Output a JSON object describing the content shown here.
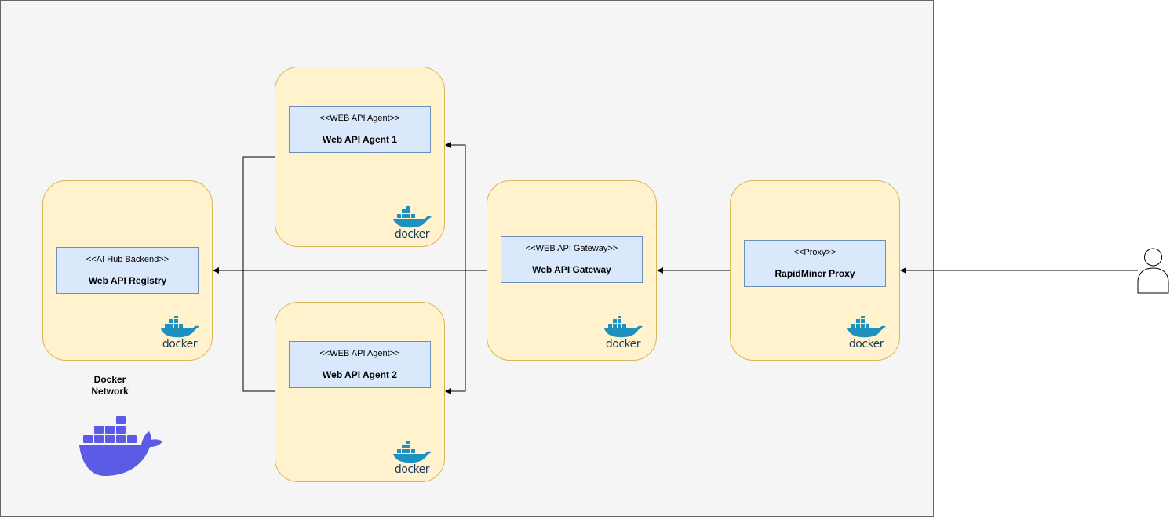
{
  "network": {
    "label_line1": "Docker",
    "label_line2": "Network"
  },
  "containers": {
    "registry": {
      "stereotype": "<<AI Hub Backend>>",
      "name": "Web API Registry"
    },
    "agent1": {
      "stereotype": "<<WEB API Agent>>",
      "name": "Web API Agent 1"
    },
    "agent2": {
      "stereotype": "<<WEB API Agent>>",
      "name": "Web API Agent 2"
    },
    "gateway": {
      "stereotype": "<<WEB API Gateway>>",
      "name": "Web API Gateway"
    },
    "proxy": {
      "stereotype": "<<Proxy>>",
      "name": "RapidMiner Proxy"
    }
  },
  "docker_wordmark": "docker",
  "colors": {
    "container_fill": "#fff2cc",
    "container_stroke": "#d6b656",
    "component_fill": "#dae8fc",
    "component_stroke": "#6c8ebf",
    "docker_blue": "#1d91c0",
    "docker_network_purple": "#5b5be6"
  },
  "icons": [
    "docker-logo-icon",
    "docker-network-whale-icon",
    "user-actor-icon"
  ]
}
